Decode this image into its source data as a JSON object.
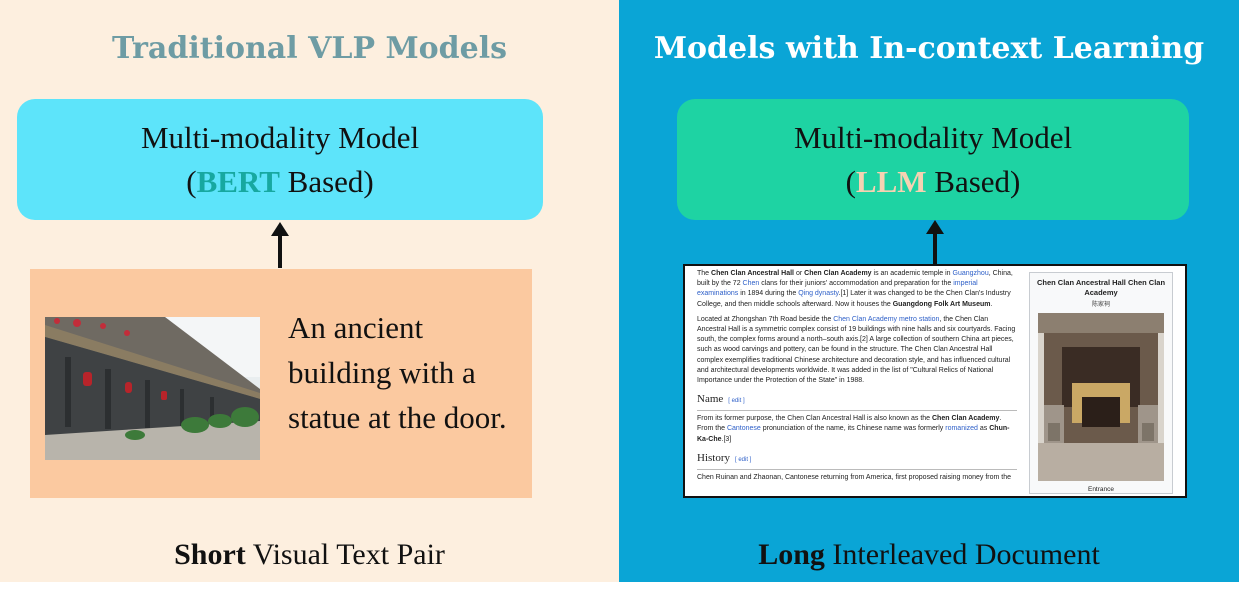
{
  "left": {
    "title": "Traditional VLP Models",
    "model_line1": "Multi-modality Model",
    "model_open": "(",
    "model_keyword": "BERT",
    "model_rest": " Based)",
    "caption": "An ancient building with a statue at the door.",
    "bottom_bold": "Short",
    "bottom_rest": " Visual Text Pair"
  },
  "right": {
    "title": "Models with In-context Learning",
    "model_line1": "Multi-modality Model",
    "model_open": "(",
    "model_keyword": "LLM",
    "model_rest": " Based)",
    "bottom_bold": "Long",
    "bottom_rest": " Interleaved Document"
  },
  "document": {
    "p1": {
      "a": "The ",
      "b1": "Chen Clan Ancestral Hall",
      "c": " or ",
      "b2": "Chen Clan Academy",
      "d": " is an academic temple in ",
      "l1": "Guangzhou",
      "e": ", China, built by the 72 ",
      "l2": "Chen",
      "f": " clans for their juniors' accommodation and preparation for the ",
      "l3": "imperial examinations",
      "g": " in 1894 during the ",
      "l4": "Qing dynasty",
      "h": ".[1] Later it was changed to be the Chen Clan's Industry College, and then middle schools afterward. Now it houses the ",
      "b3": "Guangdong Folk Art Museum",
      "i": "."
    },
    "p2": {
      "a": "Located at Zhongshan 7th Road beside the ",
      "l1": "Chen Clan Academy metro station",
      "b": ", the Chen Clan Ancestral Hall is a symmetric complex consist of 19 buildings with nine halls and six courtyards. Facing south, the complex forms around a north–south axis.[2] A large collection of southern China art pieces, such as wood carvings and pottery, can be found in the structure. The Chen Clan Ancestral Hall complex exemplifies traditional Chinese architecture and decoration style, and has influenced cultural and architectural developments worldwide. It was added in the list of \"Cultural Relics of National Importance under the Protection of the State\" in 1988."
    },
    "h_name": "Name",
    "edit": "[ edit ]",
    "p3": {
      "a": "From its former purpose, the Chen Clan Ancestral Hall is also known as the ",
      "b1": "Chen Clan Academy",
      "c": ". From the ",
      "l1": "Cantonese",
      "d": " pronunciation of the name, its Chinese name was formerly ",
      "l2": "romanized",
      "e": " as ",
      "b2": "Chun-Ka-Che",
      "f": ".[3]"
    },
    "h_history": "History",
    "p4": "Chen Ruinan and Zhaonan, Cantonese returning from America, first proposed raising money from the",
    "infobox": {
      "title": "Chen Clan Ancestral Hall Chen Clan Academy",
      "subtitle": "陈家祠",
      "caption": "Entrance"
    }
  }
}
